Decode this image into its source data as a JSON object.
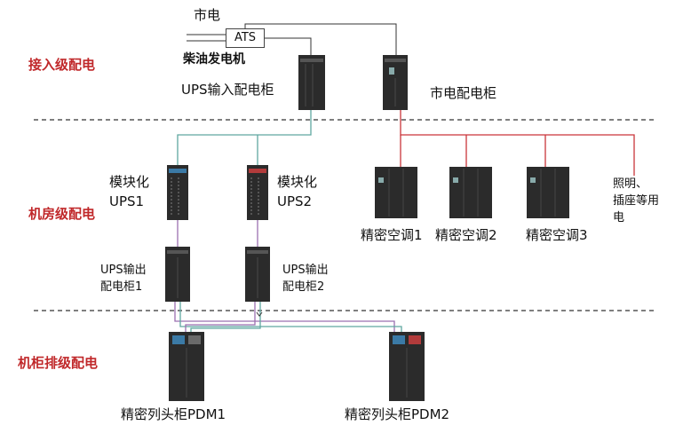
{
  "levels": {
    "access": "接入级配电",
    "room": "机房级配电",
    "rack_row": "机柜排级配电"
  },
  "source": {
    "mains": "市电",
    "ats": "ATS",
    "generator": "柴油发电机"
  },
  "cabinets": {
    "ups_input": "UPS输入配电柜",
    "mains_dist": "市电配电柜",
    "ups1_line1": "模块化",
    "ups1_line2": "UPS1",
    "ups2_line1": "模块化",
    "ups2_line2": "UPS2",
    "ups_out1_line1": "UPS输出",
    "ups_out1_line2": "配电柜1",
    "ups_out2_line1": "UPS输出",
    "ups_out2_line2": "配电柜2",
    "pdm1": "精密列头柜PDM1",
    "pdm2": "精密列头柜PDM2"
  },
  "ac_units": [
    "精密空调1",
    "精密空调2",
    "精密空调3"
  ],
  "other_load": {
    "line1": "照明、",
    "line2": "插座等用",
    "line3": "电"
  },
  "colors": {
    "level_text": "#c0282a",
    "ups_feed_line": "#5fa8a0",
    "mains_feed_line": "#c9353a",
    "output_line": "#9b6fb0",
    "cabinet": "#2b2b2b"
  }
}
